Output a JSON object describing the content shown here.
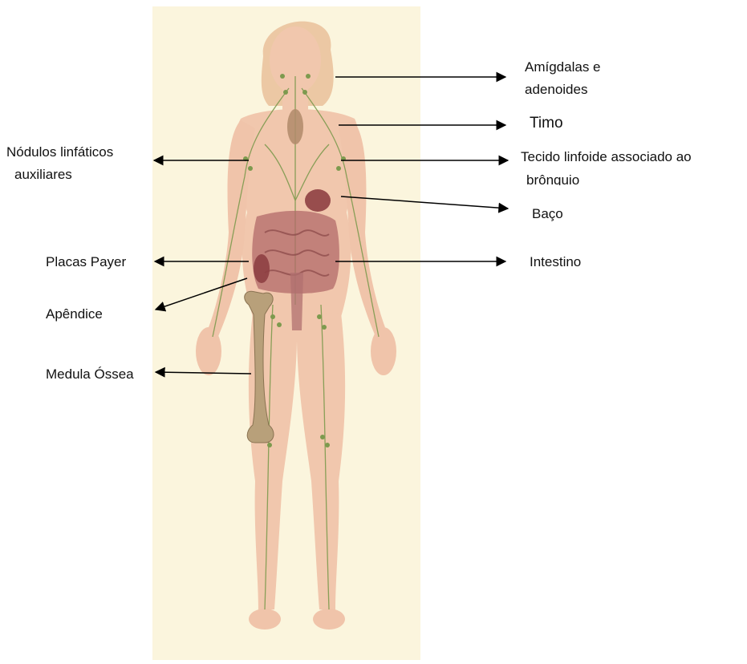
{
  "labels": {
    "amigdalas_l1": "Amígdalas e",
    "amigdalas_l2": "adenoides",
    "timo": "Timo",
    "nodulos_l1": "Nódulos linfáticos",
    "nodulos_l2": "auxiliares",
    "tecido_l1": "Tecido linfoide associado ao",
    "tecido_l2": "brônquio",
    "baco": "Baço",
    "placas": "Placas Payer",
    "intestino": "Intestino",
    "apendice": "Apêndice",
    "medula": "Medula Óssea"
  },
  "colors": {
    "panel": "#fbf5dd",
    "skin": "#f1c8ae",
    "hair": "#e9c29e",
    "lymph": "#7d9a4e",
    "organ": "#9b4a4a",
    "bone": "#b8a07a",
    "arrow": "#000000"
  }
}
